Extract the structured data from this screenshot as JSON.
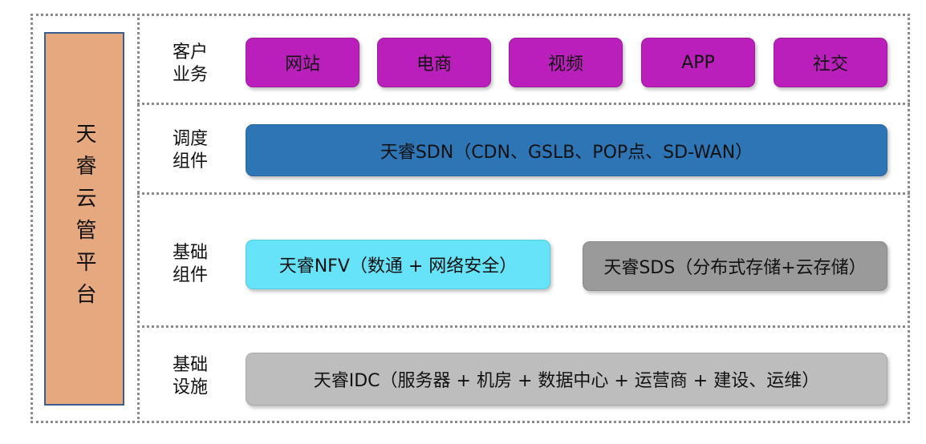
{
  "platform": {
    "title": "天睿云管平台"
  },
  "rows": [
    {
      "label": "客户\n业务"
    },
    {
      "label": "调度\n组件"
    },
    {
      "label": "基础\n组件"
    },
    {
      "label": "基础\n设施"
    }
  ],
  "business": [
    "网站",
    "电商",
    "视频",
    "APP",
    "社交"
  ],
  "sdn": "天睿SDN（CDN、GSLB、POP点、SD-WAN）",
  "nfv": "天睿NFV（数通 + 网络安全）",
  "sds": "天睿SDS（分布式存储+云存储）",
  "idc": "天睿IDC（服务器 + 机房 + 数据中心 + 运营商 + 建设、运维）",
  "colors": {
    "business": "#bb1fbb",
    "sdn": "#2e75b6",
    "nfv": "#66e3f9",
    "sds": "#9a9a9a",
    "idc": "#bdbdbd",
    "platform": "#e6a87f"
  }
}
